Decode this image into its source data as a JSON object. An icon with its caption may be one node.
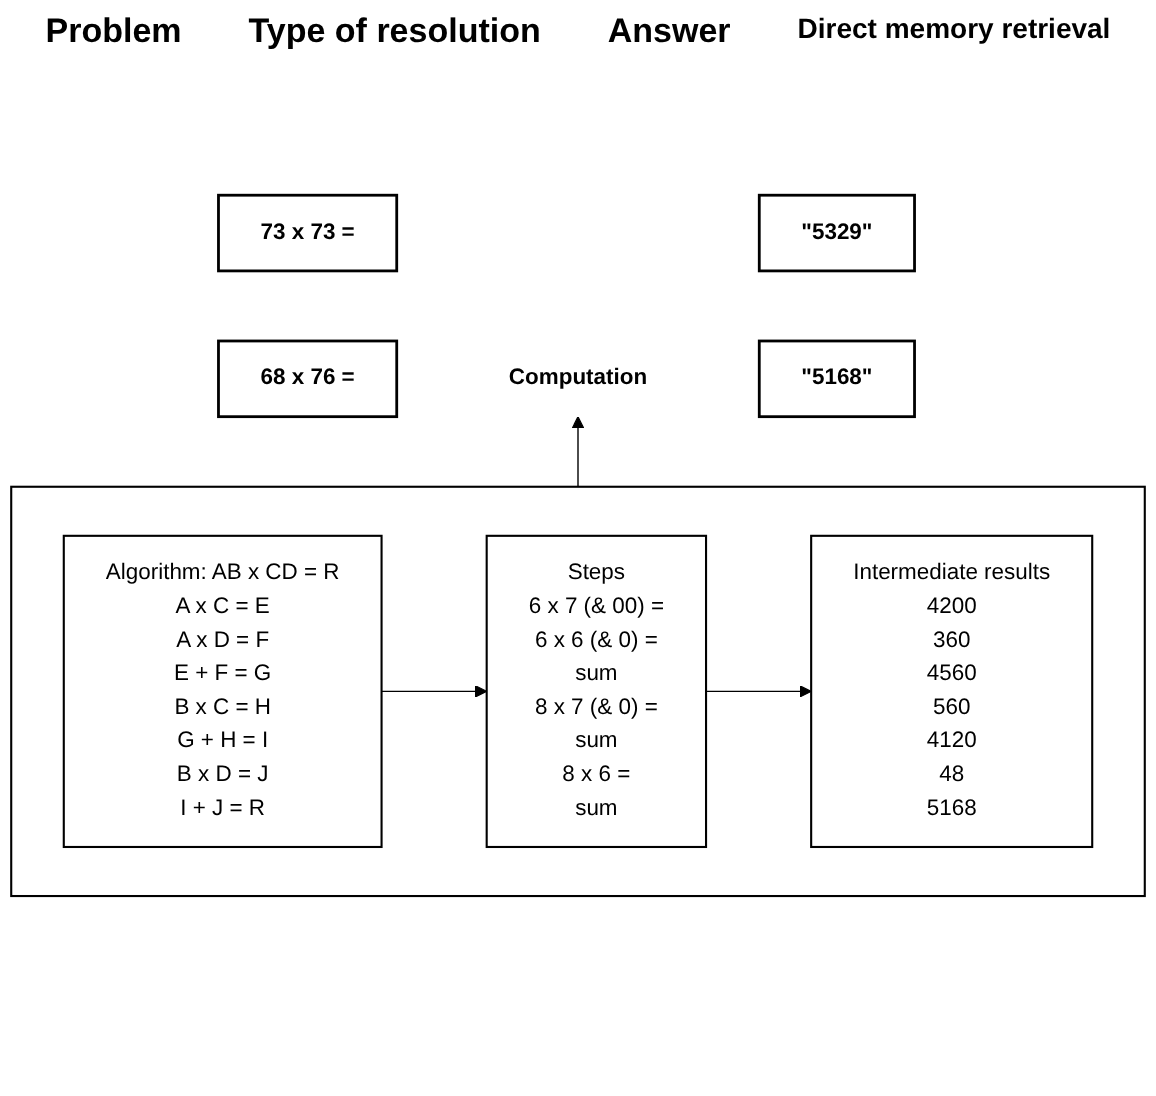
{
  "diagram": {
    "nodes": [
      {
        "text": [
          "73 x 73 ="
        ]
      },
      {
        "text": [
          "\"5329\""
        ]
      },
      {
        "text": [
          "68 x 76 ="
        ]
      },
      {
        "text": [
          "Computation"
        ]
      },
      {
        "text": [
          "\"5168\""
        ]
      },
      {
        "text": [],
        "shape": "box"
      },
      {
        "text": [
          "Algorithm: AB x CD = R",
          "A x C = E",
          "A x D = F",
          "E + F = G",
          "B x C = H",
          "G + H = I",
          "B x D = J",
          "I + J = R"
        ],
        "in": 5
      },
      {
        "text": [
          "Steps",
          "6 x 7 (& 00) =",
          "6 x 6 (& 0) =",
          "sum",
          "8 x 7 (& 0) =",
          "sum",
          "8 x 6 =",
          "sum"
        ],
        "in": 5
      },
      {
        "text": [
          "Intermediate results",
          "4200",
          "360",
          "4560",
          "560",
          "4120",
          "48",
          "5168"
        ],
        "in": 5
      }
    ],
    "edges": [
      {
        "from": 5,
        "to": 3,
        "arrow": "to"
      },
      {
        "from": 6,
        "to": 7,
        "arrow": "to"
      },
      {
        "from": 7,
        "to": 8,
        "arrow": "to"
      }
    ],
    "labels": [
      "Problem",
      "Type of resolution",
      "Answer",
      "Direct memory retrieval"
    ]
  }
}
